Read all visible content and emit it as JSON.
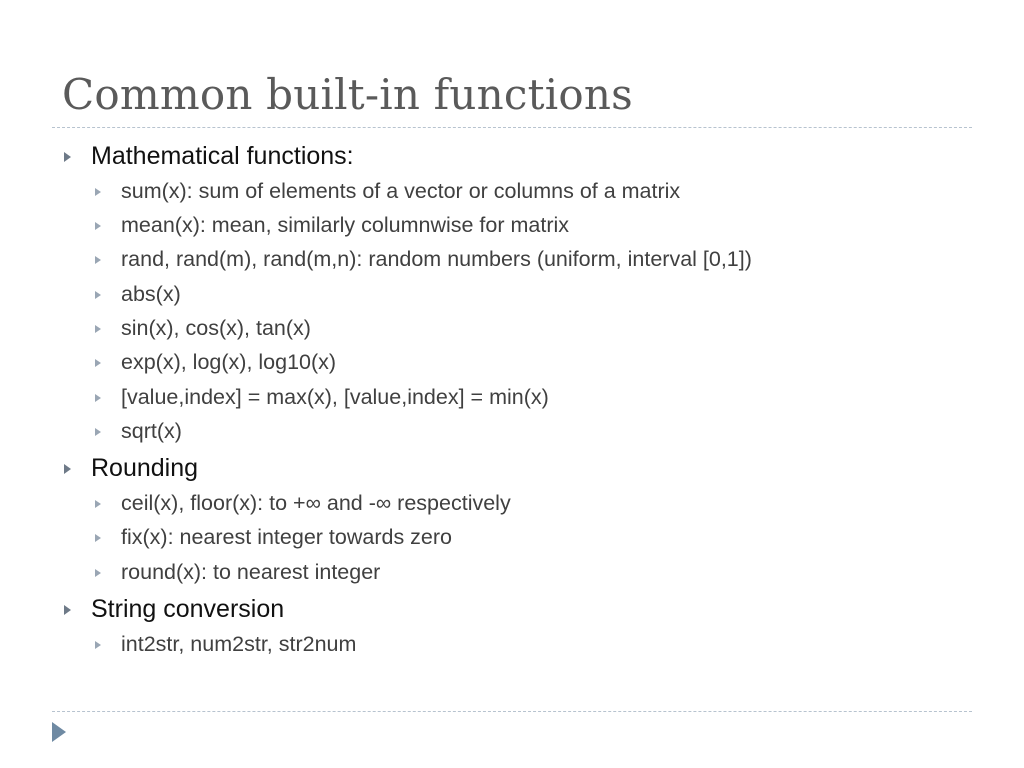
{
  "slide": {
    "title": "Common built-in functions",
    "sections": [
      {
        "heading": "Mathematical functions:",
        "items": [
          "sum(x): sum of elements of a vector or columns of a matrix",
          "mean(x): mean, similarly columnwise for matrix",
          "rand, rand(m), rand(m,n): random numbers (uniform, interval [0,1])",
          "abs(x)",
          "sin(x), cos(x), tan(x)",
          "exp(x), log(x), log10(x)",
          "[value,index] = max(x), [value,index] = min(x)",
          "sqrt(x)"
        ]
      },
      {
        "heading": "Rounding",
        "items": [
          "ceil(x), floor(x): to +∞ and -∞ respectively",
          "fix(x): nearest integer towards zero",
          "round(x): to nearest integer"
        ]
      },
      {
        "heading": "String conversion",
        "items": [
          "int2str, num2str, str2num"
        ]
      }
    ]
  },
  "colors": {
    "title": "#5a5a5a",
    "heading_text": "#111111",
    "item_text": "#404040",
    "rule": "#b7c3cf",
    "nav_arrow": "#6f8aa3"
  },
  "icons": {
    "bullet": "triangle-right-icon",
    "nav": "next-slide-arrow-icon"
  }
}
